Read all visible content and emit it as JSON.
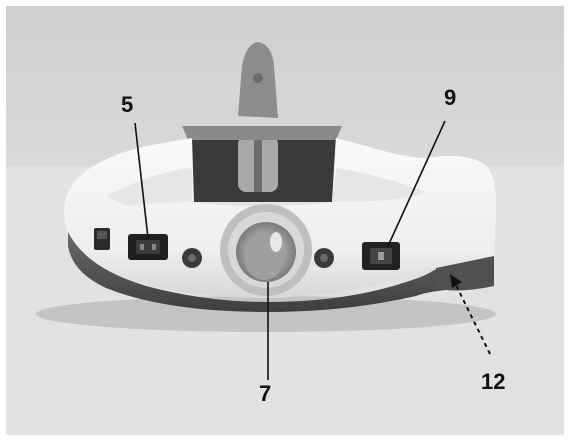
{
  "callouts": {
    "c5": "5",
    "c9": "9",
    "c7": "7",
    "c12": "12"
  },
  "colors": {
    "background": "#d9d9d9",
    "housing_white": "#f2f2f2",
    "housing_dark": "#555555",
    "leader_line": "#111111"
  }
}
